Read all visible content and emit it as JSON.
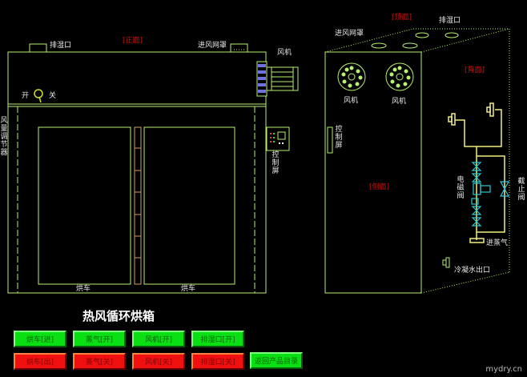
{
  "front": {
    "label": "[正面]",
    "exhaust": "排湿口",
    "intake_hood": "进风网罩",
    "fan": "风机",
    "on": "开",
    "off": "关",
    "damper": "风量调节器",
    "control_panel": "控制屏",
    "cart_left": "烘车",
    "cart_right": "烘车"
  },
  "side": {
    "top_label": "[顶面]",
    "back_label": "[背面]",
    "side_label": "[侧面]",
    "intake_hood": "进风网罩",
    "exhaust": "排湿口",
    "fan1": "风机",
    "fan2": "风机",
    "control_panel": "控制屏",
    "solenoid": "电磁阀",
    "stop_valve": "截止阀",
    "steam_in": "进蒸气",
    "condensate": "冷凝水出口"
  },
  "title": "热风循环烘箱",
  "buttons": {
    "cart_in": "烘车[进]",
    "steam_on": "蒸气[开]",
    "fan_on": "风机[开]",
    "exhaust_on": "排湿口[开]",
    "cart_out": "烘车[出]",
    "steam_off": "蒸气[关]",
    "fan_off": "风机[关]",
    "exhaust_off": "排湿口[关]",
    "back": "返回产品目录"
  },
  "watermark": "mydry.cn",
  "colors": {
    "line": "#b8f070",
    "pipe": "#f0f080",
    "valve": "#30c8d0",
    "active": "#0adf14",
    "stop": "#f01010"
  }
}
